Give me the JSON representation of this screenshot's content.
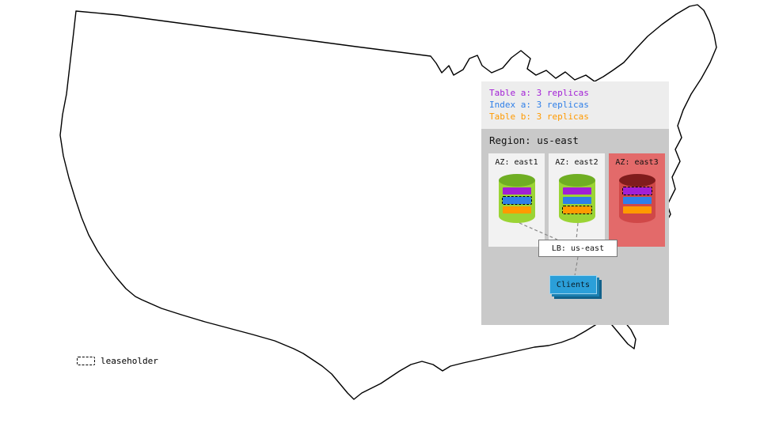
{
  "colors": {
    "table_a": "#a21fd6",
    "index_a": "#2f7fe8",
    "table_b": "#ff9a00",
    "cyl_body": "#9bd435",
    "cyl_top": "#6fae23",
    "cyl_body_danger": "#d04848",
    "cyl_top_danger": "#801c1c",
    "az_bg": "#f2f2f2",
    "az_danger_bg": "#e36a6a",
    "panel_bg": "#c9c9c9",
    "legend_bg": "#ededed",
    "clients_bg": "#2b9fd9"
  },
  "legend": {
    "items": [
      {
        "id": "table_a",
        "label": "Table a: 3 replicas"
      },
      {
        "id": "index_a",
        "label": "Index a: 3 replicas"
      },
      {
        "id": "table_b",
        "label": "Table b: 3 replicas"
      }
    ]
  },
  "region": {
    "title": "Region: us-east",
    "azs": [
      {
        "label": "AZ: east1",
        "danger": false,
        "bars": [
          "table_a",
          "index_a",
          "table_b"
        ],
        "leaseholder": "index_a"
      },
      {
        "label": "AZ: east2",
        "danger": false,
        "bars": [
          "table_a",
          "index_a",
          "table_b"
        ],
        "leaseholder": "table_b"
      },
      {
        "label": "AZ: east3",
        "danger": true,
        "bars": [
          "table_a",
          "index_a",
          "table_b"
        ],
        "leaseholder": "table_a"
      }
    ],
    "lb": {
      "label": "LB: us-east"
    },
    "clients": {
      "label": "Clients"
    }
  },
  "map_legend": {
    "label": "leaseholder"
  }
}
